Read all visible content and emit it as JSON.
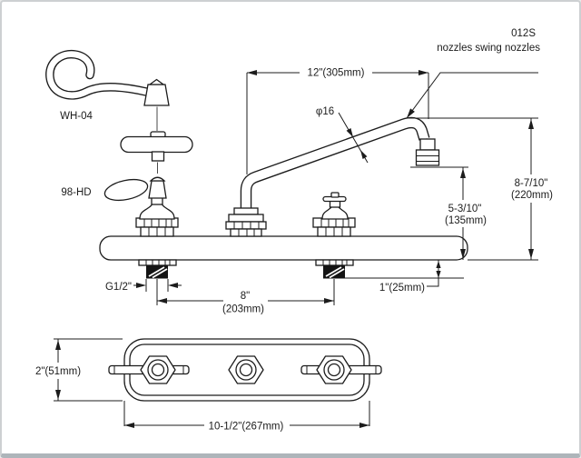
{
  "drawing": {
    "title_note": {
      "model": "012S",
      "description": "nozzles swing nozzles"
    },
    "part_labels": {
      "wrist_handle": "WH-04",
      "lever_handle": "98-HD",
      "spout_diameter": "φ16"
    },
    "dimensions": {
      "spout_reach": "12\"(305mm)",
      "spout_height_in": "8-7/10\"",
      "spout_height_mm": "(220mm)",
      "outlet_height_in": "5-3/10\"",
      "outlet_height_mm": "(135mm)",
      "shank_thread": "G1/2\"",
      "center_spacing_in": "8\"",
      "center_spacing_mm": "(203mm)",
      "shank_length": "1\"(25mm)",
      "body_depth": "2\"(51mm)",
      "body_width": "10-1/2\"(267mm)"
    }
  }
}
